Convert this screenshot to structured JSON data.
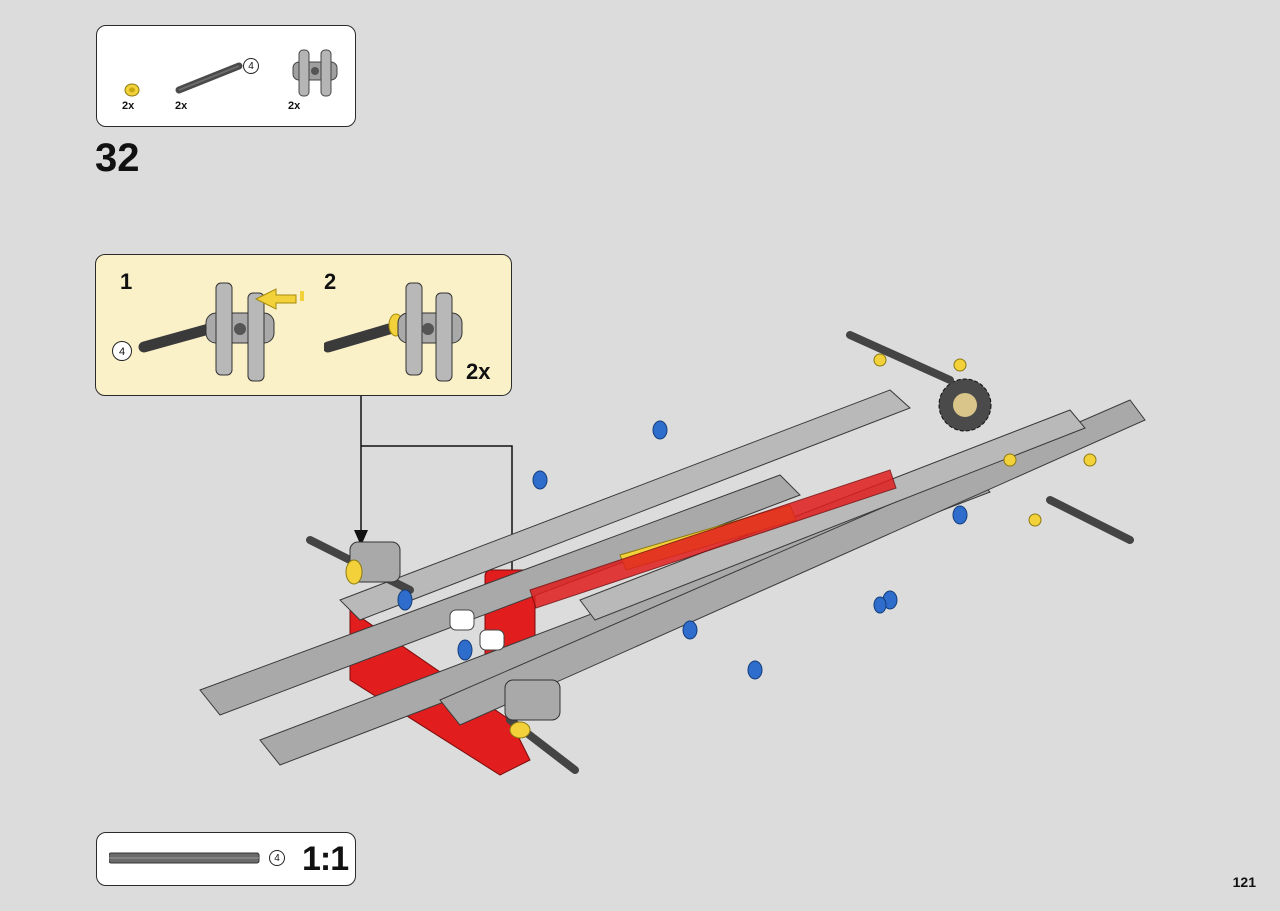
{
  "parts_list": {
    "items": [
      {
        "name": "yellow bush",
        "qty": "2x",
        "color": "#f2d13a"
      },
      {
        "name": "grey axle",
        "qty": "2x",
        "length": "4",
        "color": "#5a5a5a"
      },
      {
        "name": "grey axle connector",
        "qty": "2x",
        "color": "#9a9a9a"
      }
    ]
  },
  "step": {
    "number": "32"
  },
  "substeps": {
    "step1": "1",
    "step2": "2",
    "axle_length": "4",
    "multiplier": "2x"
  },
  "scale_box": {
    "axle_length": "4",
    "ratio": "1:1"
  },
  "page": {
    "number": "121"
  },
  "colors": {
    "background": "#dcdcdc",
    "callout_bg": "#fbf1c9",
    "beam_grey": "#a9a9a9",
    "red": "#e11d1d",
    "yellow": "#f2d13a",
    "blue": "#2f6dcc",
    "dark": "#3a3a3a"
  }
}
